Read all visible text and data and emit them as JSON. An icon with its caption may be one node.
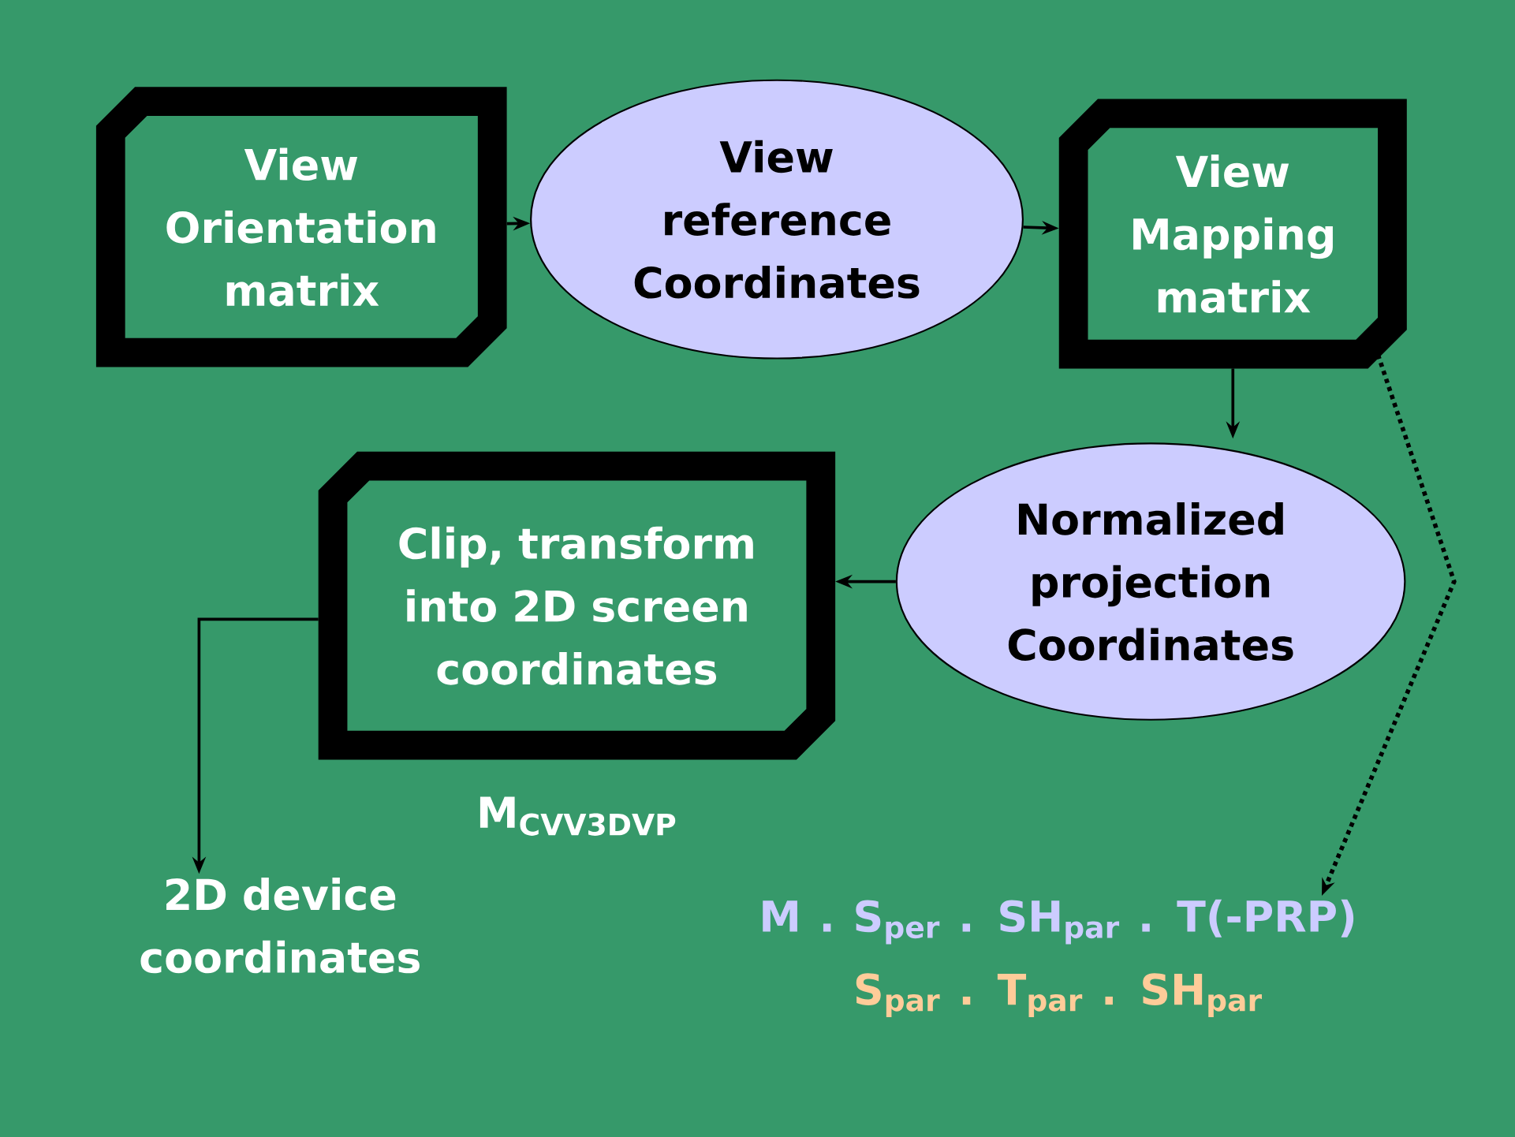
{
  "diagram": {
    "nodes": [
      {
        "text": [
          "View Orientation matrix"
        ]
      },
      {
        "text": [
          "View reference Coordinates"
        ]
      },
      {
        "text": [
          "View Mapping matrix"
        ]
      },
      {
        "text": [
          "Normalized projection Coordinates"
        ]
      },
      {
        "text": [
          "Clip, transform into 2D screen coordinates"
        ],
        "beside": [
          "M$_{CVV3DVP}$"
        ]
      },
      {
        "text": [
          "2D device coordinates"
        ]
      },
      {
        "text": [
          "M . S$_{per}$ . SH$_{par}$ . T(-PRP)",
          "S$_{par}$ . T$_{par}$ . SH$_{par}$"
        ]
      }
    ],
    "edges": [
      {
        "from": 0,
        "to": 1,
        "arrow": "to"
      },
      {
        "from": 1,
        "to": 2,
        "arrow": "to"
      },
      {
        "from": 2,
        "to": 3,
        "arrow": "to"
      },
      {
        "from": 3,
        "to": 4,
        "arrow": "to"
      },
      {
        "from": 4,
        "to": 5,
        "arrow": "to"
      },
      {
        "from": 2,
        "to": 6,
        "arrow": "to",
        "style": "dashed"
      }
    ]
  }
}
